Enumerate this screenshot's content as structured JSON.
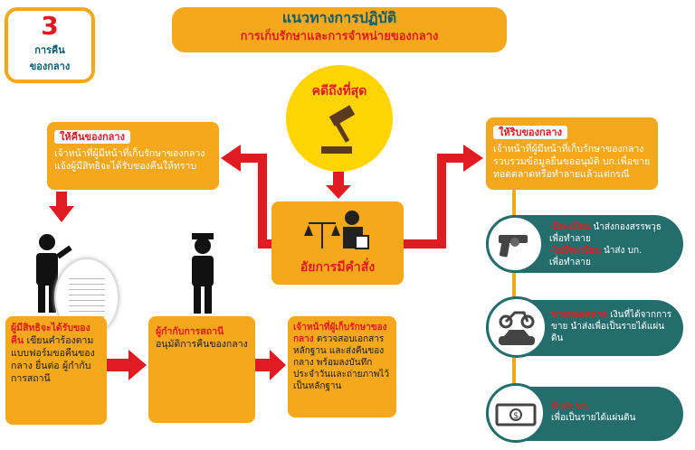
{
  "badge": {
    "number": "3",
    "line1": "การคืน",
    "line2": "ของกลาง"
  },
  "title": {
    "line1": "แนวทางการปฏิบัติ",
    "line2": "การเก็บรักษาและการจำหน่ายของกลาง"
  },
  "final_case": {
    "label": "คดีถึงที่สุด"
  },
  "prosecutor": {
    "label": "อัยการมีคำสั่ง"
  },
  "return_box": {
    "header": "ให้คืนของกลาง",
    "text": "เจ้าหน้าที่ผู้มีหน้าที่เก็บรักษาของกลางแจ้งผู้มีสิทธิจะได้รับของคืนให้ทราบ"
  },
  "seize_box": {
    "header": "ให้ริบของกลาง",
    "text": "เจ้าหน้าที่ผู้มีหน้าที่เก็บรักษาของกลางรวบรวมข้อมูลยื่นขออนุมัติ บก.เพื่อขายทอดตลาดหรือทำลายแล้วแต่กรณี"
  },
  "claimant_box": {
    "highlight": "ผู้มีสิทธิจะได้รับของคืน",
    "text": " เขียนคำร้องตามแบบฟอร์มขอคืนของกลาง ยื่นต่อ ผู้กำกับการสถานี"
  },
  "superintendent_box": {
    "highlight": "ผู้กำกับการสถานี",
    "text": "อนุมัติการคืนของกลาง"
  },
  "officer_box": {
    "highlight": "เจ้าหน้าที่ผู้เก็บรักษาของกลาง",
    "text": " ตรวจสอบเอกสารหลักฐาน และส่งคืนของกลาง พร้อมลงบันทึกประจำวันและถ่ายภาพไว้เป็นหลักฐาน"
  },
  "outcomes": [
    {
      "icon": "gun-icon",
      "lines": [
        {
          "highlight": "-มีทะเบียน",
          "text": " นำส่งกองสรรพวุธ"
        },
        {
          "highlight": "",
          "text": "เพื่อทำลาย"
        },
        {
          "highlight": "-ไม่มีทะเบียน",
          "text": " นำส่ง บก."
        },
        {
          "highlight": "",
          "text": "เพื่อทำลาย"
        }
      ]
    },
    {
      "icon": "vehicle-icon",
      "lines": [
        {
          "highlight": "ขายทอดตลาด",
          "text": " เงินที่ได้จากการ"
        },
        {
          "highlight": "",
          "text": "ขาย นำส่งเพื่อเป็นรายได้แผ่น"
        },
        {
          "highlight": "",
          "text": "ดิน"
        }
      ]
    },
    {
      "icon": "money-icon",
      "lines": [
        {
          "highlight": "นำส่ง บก.",
          "text": ""
        },
        {
          "highlight": "",
          "text": "เพื่อเป็นรายได้แผ่นดิน"
        }
      ]
    }
  ],
  "colors": {
    "orange": "#f5a81c",
    "red": "#e11b22",
    "teal": "#236e6c",
    "yellow": "#ffd400"
  }
}
